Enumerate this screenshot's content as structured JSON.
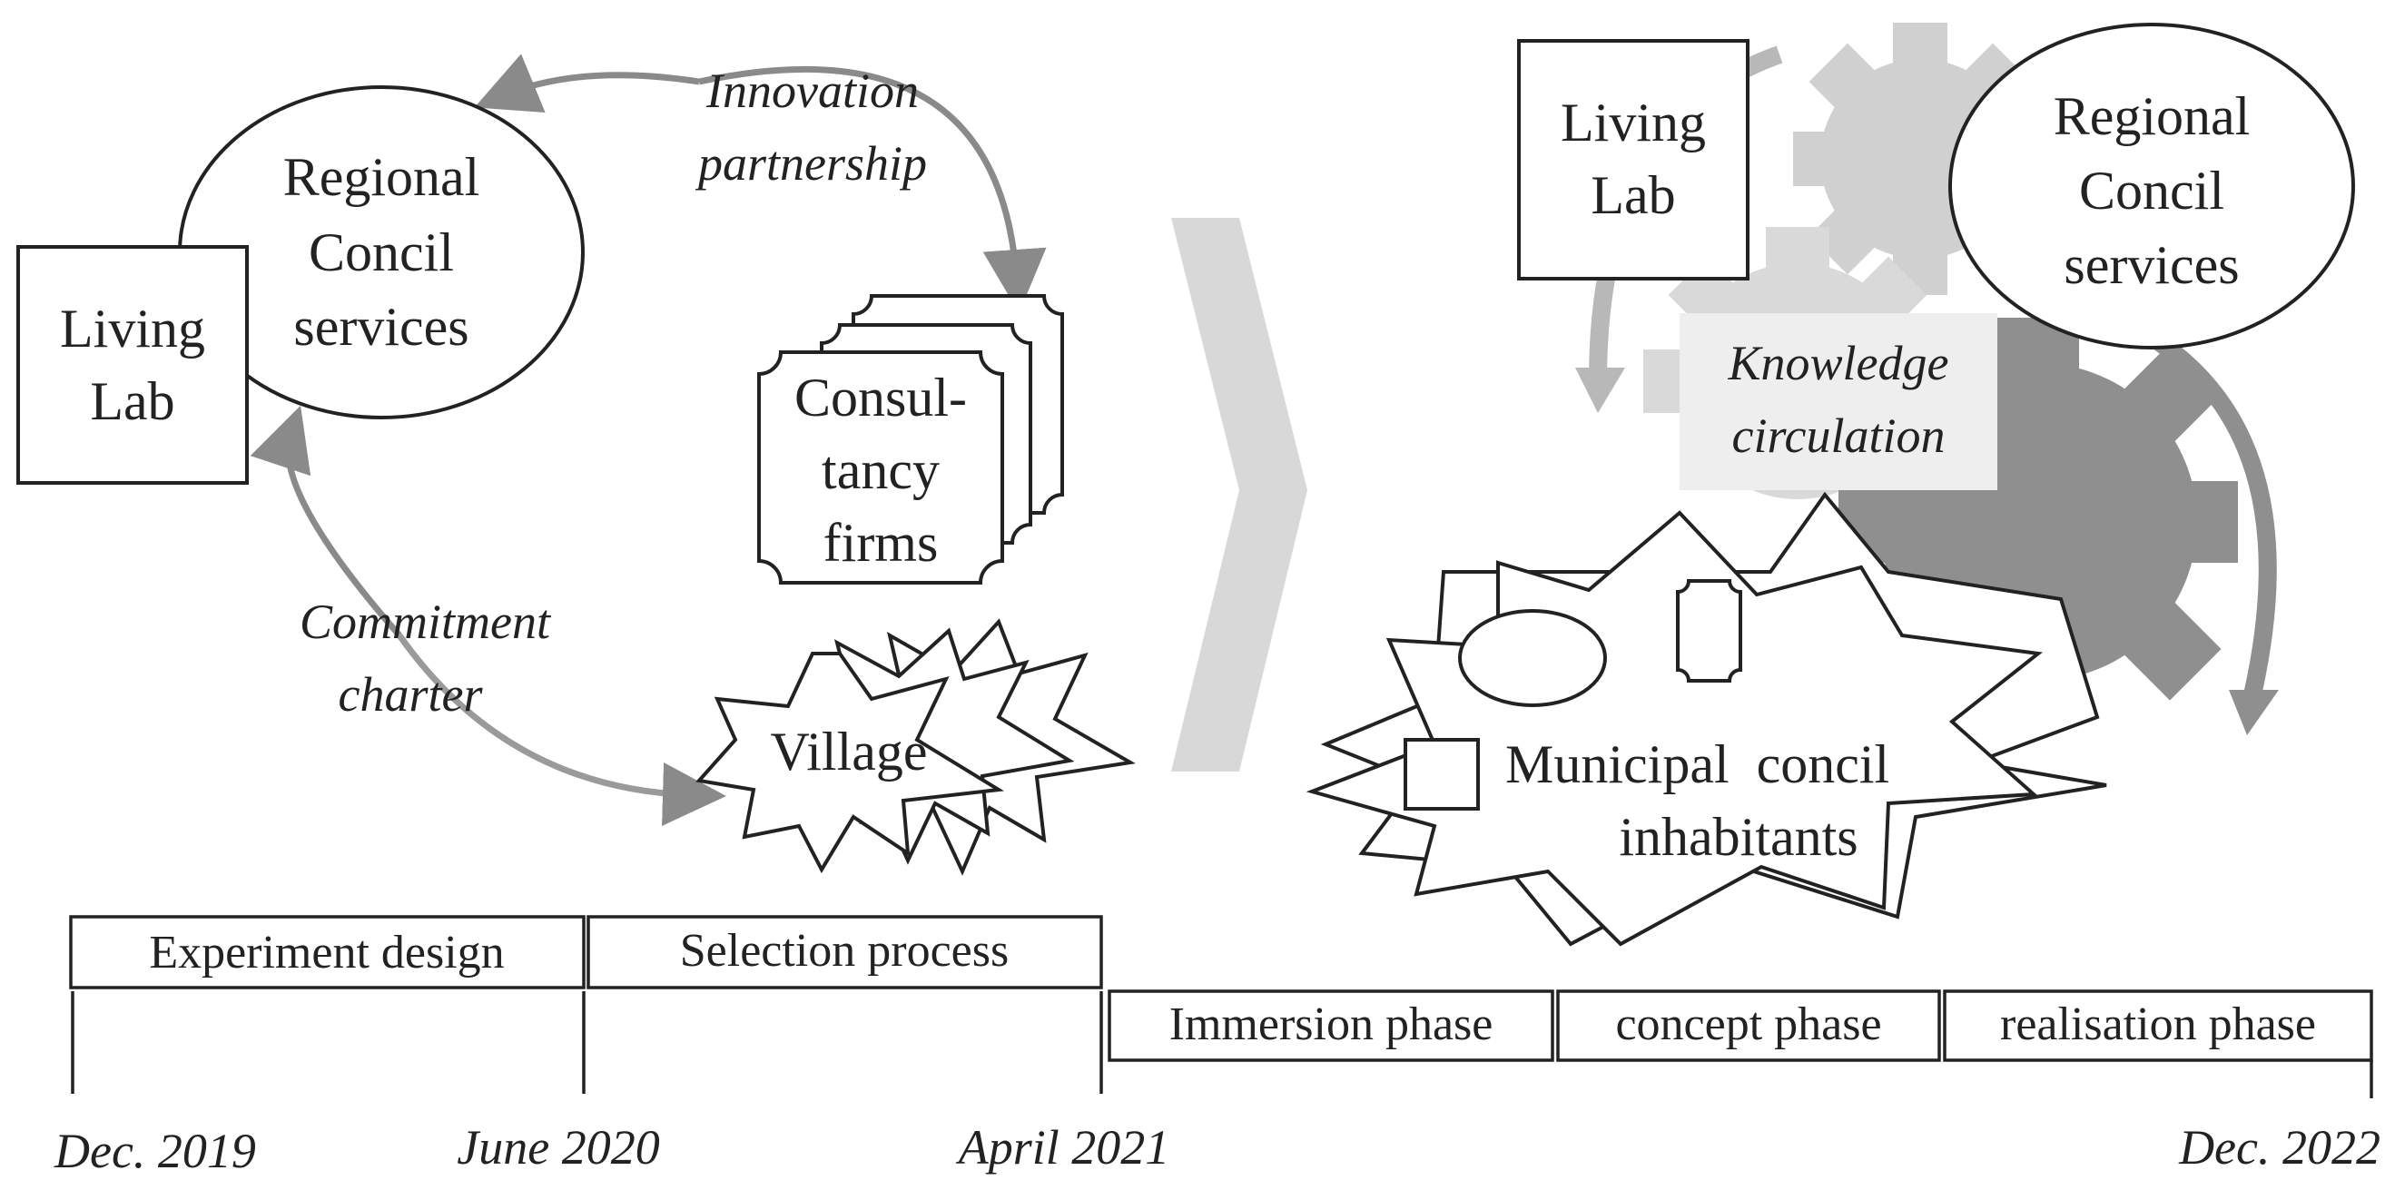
{
  "left_panel": {
    "living_lab": [
      "Living",
      "Lab"
    ],
    "regional_council": [
      "Regional",
      "Concil",
      "services"
    ],
    "innovation_partnership": [
      "Innovation",
      "partnership"
    ],
    "consultancy_firms": [
      "Consul-",
      "tancy",
      "firms"
    ],
    "commitment_charter": [
      "Commitment",
      "charter"
    ],
    "village": "Village"
  },
  "right_panel": {
    "living_lab": [
      "Living",
      "Lab"
    ],
    "regional_council": [
      "Regional",
      "Concil",
      "services"
    ],
    "knowledge_circulation": [
      "Knowledge",
      "circulation"
    ],
    "municipal": [
      "Municipal  concil",
      "inhabitants"
    ]
  },
  "timeline": {
    "phases": [
      "Experiment design",
      "Selection process",
      "Immersion phase",
      "concept phase",
      "realisation phase"
    ],
    "dates": [
      "Dec. 2019",
      "June 2020",
      "April 2021",
      "Dec. 2022"
    ]
  },
  "colors": {
    "stroke": "#222222",
    "arrow_gray": "#8a8a8a",
    "light_gray": "#d4d4d4",
    "mid_gray": "#b5b5b5",
    "dark_gear": "#8f8f8f"
  }
}
